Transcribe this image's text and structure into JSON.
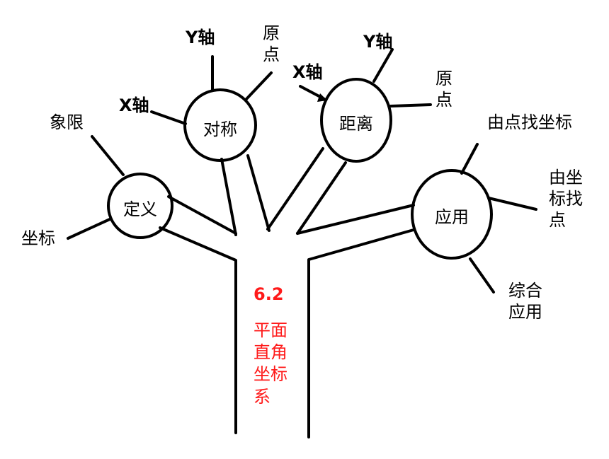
{
  "trunk": {
    "number": "6.2",
    "title": "平面直角坐标系"
  },
  "nodes": {
    "definition": {
      "label": "定义",
      "leaves": {
        "quadrant": "象限",
        "coordinate": "坐标"
      }
    },
    "symmetry": {
      "label": "对称",
      "leaves": {
        "x_axis": "X轴",
        "y_axis": "Y轴",
        "origin": "原点"
      }
    },
    "distance": {
      "label": "距离",
      "leaves": {
        "x_axis": "X轴",
        "y_axis": "Y轴",
        "origin": "原点"
      }
    },
    "application": {
      "label": "应用",
      "leaves": {
        "point_to_coord": "由点找坐标",
        "coord_to_point": "由坐标找点",
        "comprehensive": "综合应用"
      }
    }
  },
  "colors": {
    "line": "#000000",
    "trunk_text": "#ff1a1a"
  }
}
